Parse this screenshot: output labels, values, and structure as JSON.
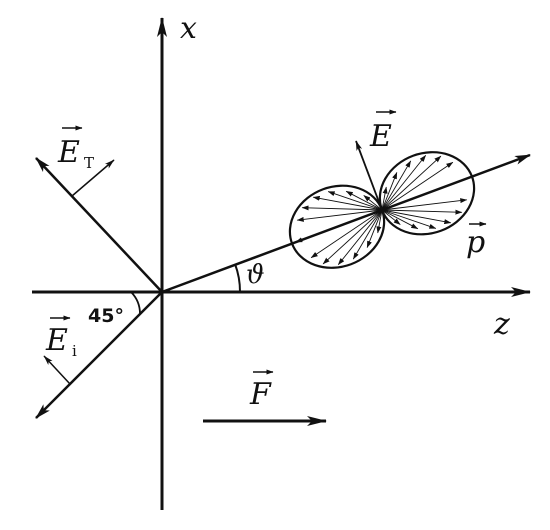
{
  "labels": {
    "x_axis": "x",
    "z_axis": "z",
    "e_field": "E",
    "e_transmitted": "E",
    "e_transmitted_sub": "T",
    "e_incident": "E",
    "e_incident_sub": "i",
    "dipole": "p",
    "force": "F",
    "theta": "ϑ",
    "angle_45": "45°"
  },
  "colors": {
    "ink": "#111111",
    "background": "#ffffff"
  }
}
